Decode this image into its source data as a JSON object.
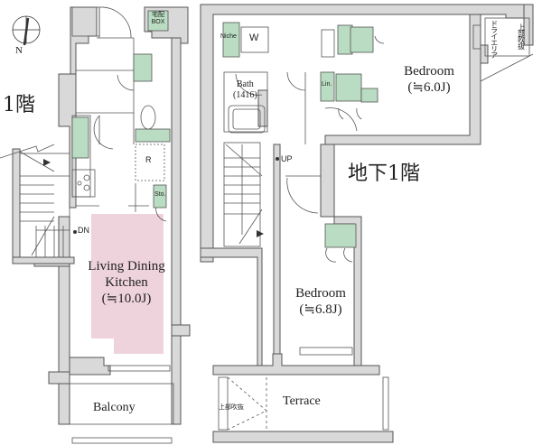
{
  "plan": {
    "compass": {
      "label": "N"
    },
    "floors": {
      "upper": {
        "label": "1階"
      },
      "lower": {
        "label": "地下1階"
      }
    },
    "rooms": {
      "ldk": {
        "name_line1": "Living Dining",
        "name_line2": "Kitchen",
        "size": "(≒10.0J)"
      },
      "balcony": {
        "name": "Balcony"
      },
      "bedroom1": {
        "name": "Bedroom",
        "size": "(≒6.0J)"
      },
      "bedroom2": {
        "name": "Bedroom",
        "size": "(≒6.8J)"
      },
      "terrace": {
        "name": "Terrace"
      },
      "bath": {
        "name": "Bath",
        "size": "(1416)"
      }
    },
    "fixtures": {
      "delivery_box": {
        "line1": "宅配",
        "line2": "BOX"
      },
      "refrigerator": "R",
      "storage": "Sto.",
      "niche": "Niche",
      "washer": "W",
      "linen": "Lin.",
      "dry_area": "ドライエリア",
      "void_upper": "上部吹抜",
      "void_terrace": "上部吹抜"
    },
    "stairs": {
      "down": "DN",
      "up": "UP"
    },
    "colors": {
      "wall": "#d9d9d9",
      "wall_stroke": "#555555",
      "storage_green": "#b9dcc2",
      "ldk_pink": "#efd3dc"
    }
  }
}
